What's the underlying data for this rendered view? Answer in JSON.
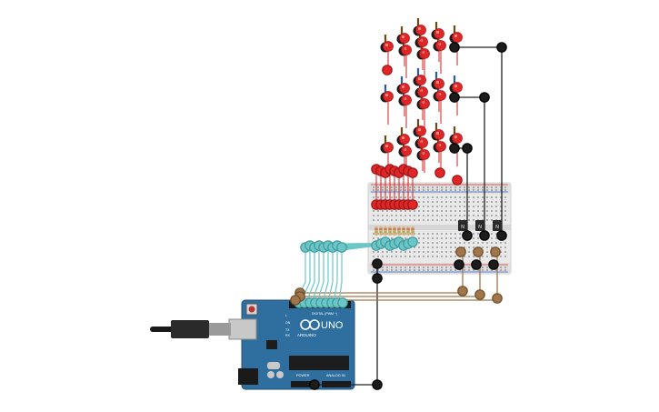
{
  "board": {
    "brand": "ARDUINO",
    "model": "UNO",
    "digital_header_label": "DIGITAL (PWM ~)",
    "power_label": "POWER",
    "analog_label": "ANALOG IN",
    "on_label": "ON",
    "tx_label": "TX",
    "rx_label": "RX",
    "l_label": "L"
  },
  "transistors": {
    "label": "N"
  },
  "icons": {
    "usb": "usb-cable-icon",
    "led": "led-icon",
    "wire_endpoint": "wire-endpoint-icon"
  },
  "colors": {
    "board": "#2f6f9f",
    "breadboard": "#e9e9e9",
    "led_red": "#e02626",
    "led_anode_dark": "#6b4a12",
    "led_anode_blue": "#2a5aa0",
    "wire_teal": "#6cc6c8",
    "wire_brown": "#a0764a",
    "wire_black": "#222222",
    "wire_red": "#cc2222"
  }
}
